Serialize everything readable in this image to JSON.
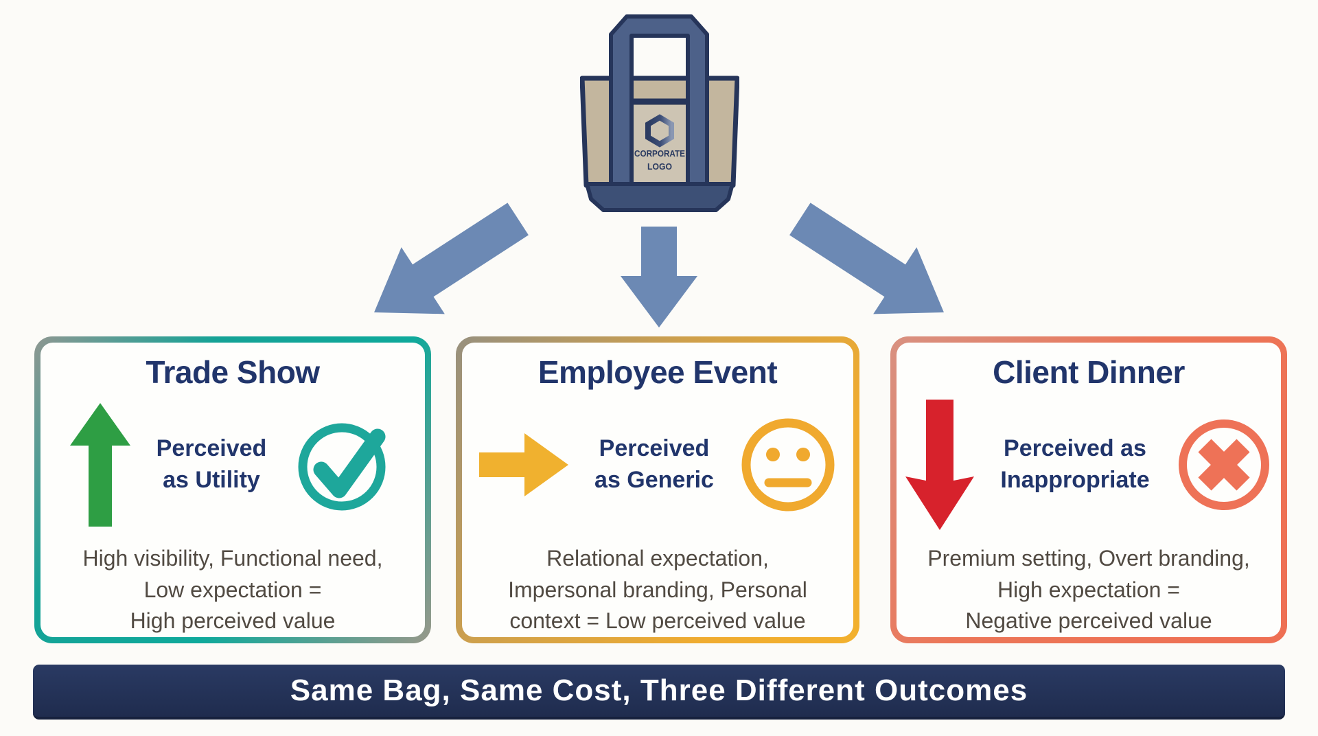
{
  "background_color": "#FCFBF8",
  "bag": {
    "logo_line1": "CORPORATE",
    "logo_line2": "LOGO",
    "colors": {
      "outline": "#26355A",
      "strap": "#4D6189",
      "body": "#C3B69E",
      "panel": "#CDC4B3",
      "bottom": "#3D5076",
      "hex_dark": "#2B3B61",
      "hex_light": "#8A97B2"
    }
  },
  "branch_arrows": {
    "color": "#6C89B4",
    "targets": [
      "trade-show",
      "employee-event",
      "client-dinner"
    ]
  },
  "cards": [
    {
      "title": "Trade Show",
      "accent": "#12A296",
      "trend_icon": "arrow-up",
      "trend_color": "#2E9E44",
      "perceived_line1": "Perceived",
      "perceived_line2": "as Utility",
      "verdict_icon": "check-circle",
      "verdict_color": "#1EA79B",
      "desc": {
        "0": "High visibility, Functional need,",
        "1": "Low expectation =",
        "2": "High perceived value"
      }
    },
    {
      "title": "Employee Event",
      "accent": "#F0AC30",
      "trend_icon": "arrow-right",
      "trend_color": "#F0B12F",
      "perceived_line1": "Perceived",
      "perceived_line2": "as Generic",
      "verdict_icon": "neutral-face",
      "verdict_color": "#F0A92E",
      "desc": {
        "0": "Relational expectation,",
        "1": "Impersonal branding, Personal",
        "2": "context = Low perceived value"
      }
    },
    {
      "title": "Client Dinner",
      "accent": "#EC6F54",
      "trend_icon": "arrow-down",
      "trend_color": "#D7222C",
      "perceived_line1": "Perceived as",
      "perceived_line2": "Inappropriate",
      "verdict_icon": "x-circle",
      "verdict_color": "#EE7257",
      "desc": {
        "0": "Premium setting, Overt branding,",
        "1": "High expectation =",
        "2": "Negative perceived value"
      }
    }
  ],
  "banner": {
    "text": "Same Bag, Same Cost, Three Different Outcomes",
    "bg_color": "#24325A",
    "text_color": "#FFFFFF"
  },
  "text_colors": {
    "title_navy": "#21356B",
    "body_gray": "#514A42"
  }
}
